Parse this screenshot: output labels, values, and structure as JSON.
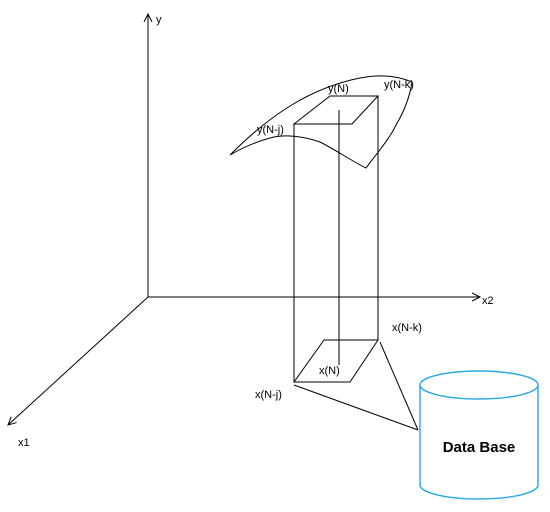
{
  "axes": {
    "y_label": "y",
    "x1_label": "x1",
    "x2_label": "x2"
  },
  "surface_points": {
    "y_n": "y(N)",
    "y_n_k": "y(N-k)",
    "y_n_j": "y(N-j)"
  },
  "plane_points": {
    "x_n": "x(N)",
    "x_n_k": "x(N-k)",
    "x_n_j": "x(N-j)"
  },
  "database": {
    "label": "Data Base",
    "stroke_color": "#2aa8e0"
  }
}
